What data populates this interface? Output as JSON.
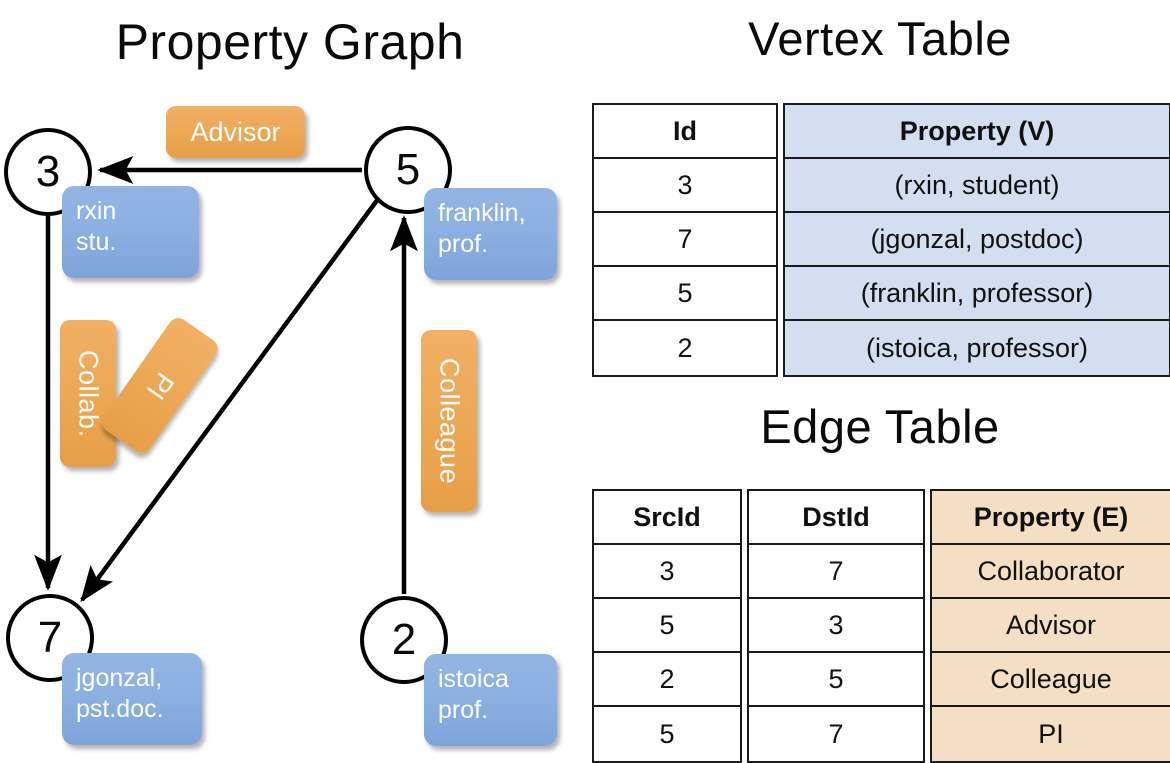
{
  "titles": {
    "property_graph": "Property Graph",
    "vertex_table": "Vertex Table",
    "edge_table": "Edge Table"
  },
  "graph": {
    "nodes": [
      {
        "id": "3",
        "label": "3",
        "property_lines": [
          "rxin",
          "stu."
        ]
      },
      {
        "id": "5",
        "label": "5",
        "property_lines": [
          "franklin,",
          "prof."
        ]
      },
      {
        "id": "7",
        "label": "7",
        "property_lines": [
          "jgonzal,",
          "pst.doc."
        ]
      },
      {
        "id": "2",
        "label": "2",
        "property_lines": [
          "istoica",
          "prof."
        ]
      }
    ],
    "edge_labels": [
      {
        "name": "advisor",
        "text": "Advisor",
        "orientation": "horizontal"
      },
      {
        "name": "collab",
        "text": "Collab.",
        "orientation": "vertical"
      },
      {
        "name": "pi",
        "text": "PI",
        "orientation": "vertical-rotated"
      },
      {
        "name": "colleague",
        "text": "Colleague",
        "orientation": "vertical"
      }
    ],
    "edges": [
      {
        "src": "5",
        "dst": "3",
        "label": "Advisor"
      },
      {
        "src": "3",
        "dst": "7",
        "label": "Collab."
      },
      {
        "src": "5",
        "dst": "7",
        "label": "PI"
      },
      {
        "src": "2",
        "dst": "5",
        "label": "Colleague"
      }
    ]
  },
  "vertex_table": {
    "headers": [
      "Id",
      "Property (V)"
    ],
    "rows": [
      {
        "id": "3",
        "property": "(rxin, student)"
      },
      {
        "id": "7",
        "property": "(jgonzal, postdoc)"
      },
      {
        "id": "5",
        "property": "(franklin, professor)"
      },
      {
        "id": "2",
        "property": "(istoica, professor)"
      }
    ]
  },
  "edge_table": {
    "headers": [
      "SrcId",
      "DstId",
      "Property (E)"
    ],
    "rows": [
      {
        "src": "3",
        "dst": "7",
        "property": "Collaborator"
      },
      {
        "src": "5",
        "dst": "3",
        "property": "Advisor"
      },
      {
        "src": "2",
        "dst": "5",
        "property": "Colleague"
      },
      {
        "src": "5",
        "dst": "7",
        "property": "PI"
      }
    ]
  },
  "colors": {
    "vertex_property_fill": "#d3dff0",
    "edge_property_fill": "#f5dfc4",
    "node_box_blue": "#8bb0e2",
    "edge_label_orange": "#eda855",
    "stroke": "#000000"
  }
}
